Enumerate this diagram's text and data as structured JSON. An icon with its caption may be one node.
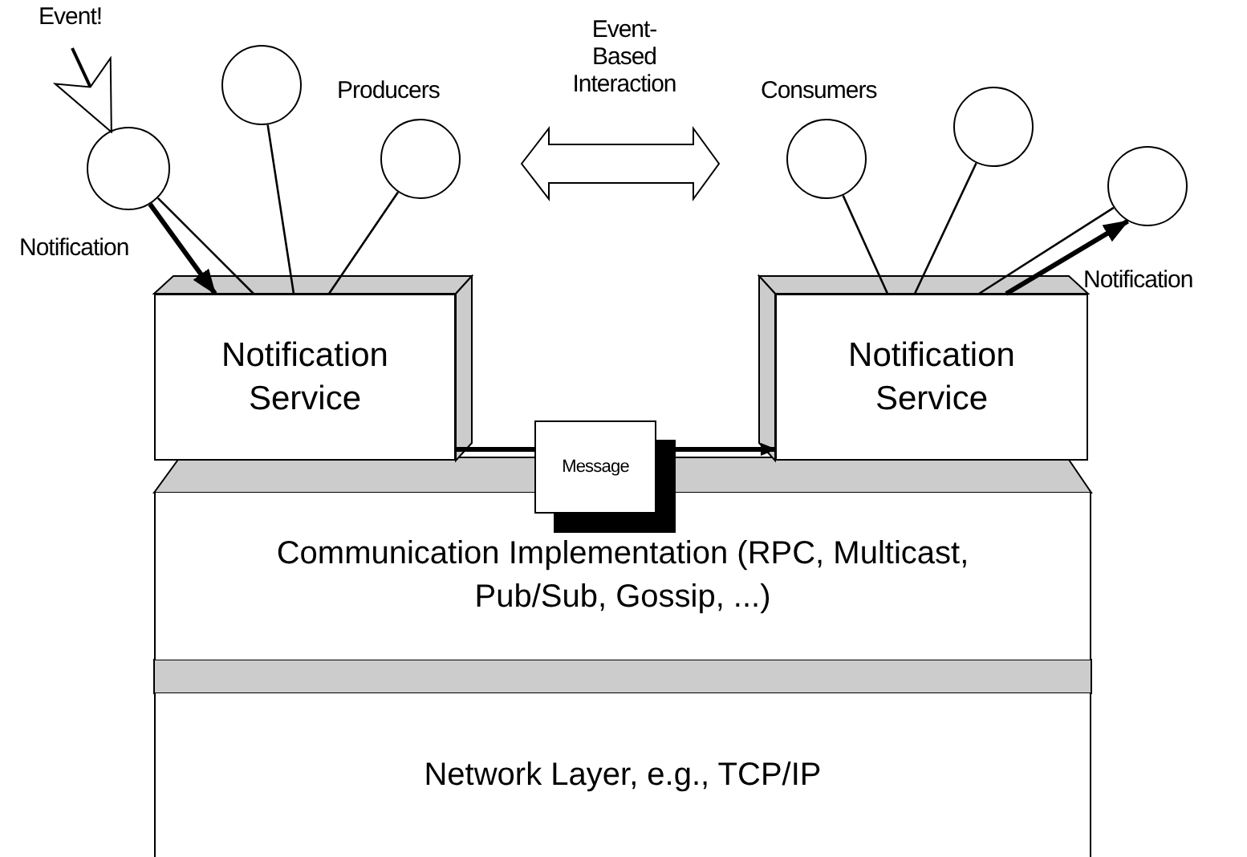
{
  "diagram": {
    "nodes": [
      {
        "text": [],
        "shape": "circle"
      },
      {
        "text": [],
        "shape": "circle"
      },
      {
        "text": [],
        "shape": "circle"
      },
      {
        "text": [],
        "shape": "circle"
      },
      {
        "text": [],
        "shape": "circle"
      },
      {
        "text": [],
        "shape": "circle"
      },
      {
        "text": [
          "Notification Service"
        ]
      },
      {
        "text": [
          "Notification Service"
        ]
      },
      {
        "text": [
          "Communication Implementation (RPC, Multicast, Pub/Sub, Gossip, ...)"
        ]
      },
      {
        "text": [
          "Network Layer, e.g., TCP/IP"
        ]
      }
    ],
    "edges": [
      {
        "from": null,
        "to": 0,
        "arrow": "to",
        "label": "Event!"
      },
      {
        "from": 0,
        "to": 6,
        "arrow": "none"
      },
      {
        "from": 1,
        "to": 6,
        "arrow": "none"
      },
      {
        "from": 2,
        "to": 6,
        "arrow": "none"
      },
      {
        "from": 3,
        "to": 7,
        "arrow": "none"
      },
      {
        "from": 4,
        "to": 7,
        "arrow": "none"
      },
      {
        "from": 5,
        "to": 7,
        "arrow": "none"
      },
      {
        "from": 0,
        "to": 6,
        "arrow": "to",
        "label": "Notification",
        "style": "thick"
      },
      {
        "from": 7,
        "to": 5,
        "arrow": "to",
        "label": "Notification",
        "style": "thick"
      },
      {
        "from": 6,
        "to": 7,
        "arrow": "to",
        "label": "Message",
        "style": "thick"
      }
    ],
    "labels": [
      "Producers",
      "Event-Based Interaction",
      "Consumers"
    ]
  }
}
